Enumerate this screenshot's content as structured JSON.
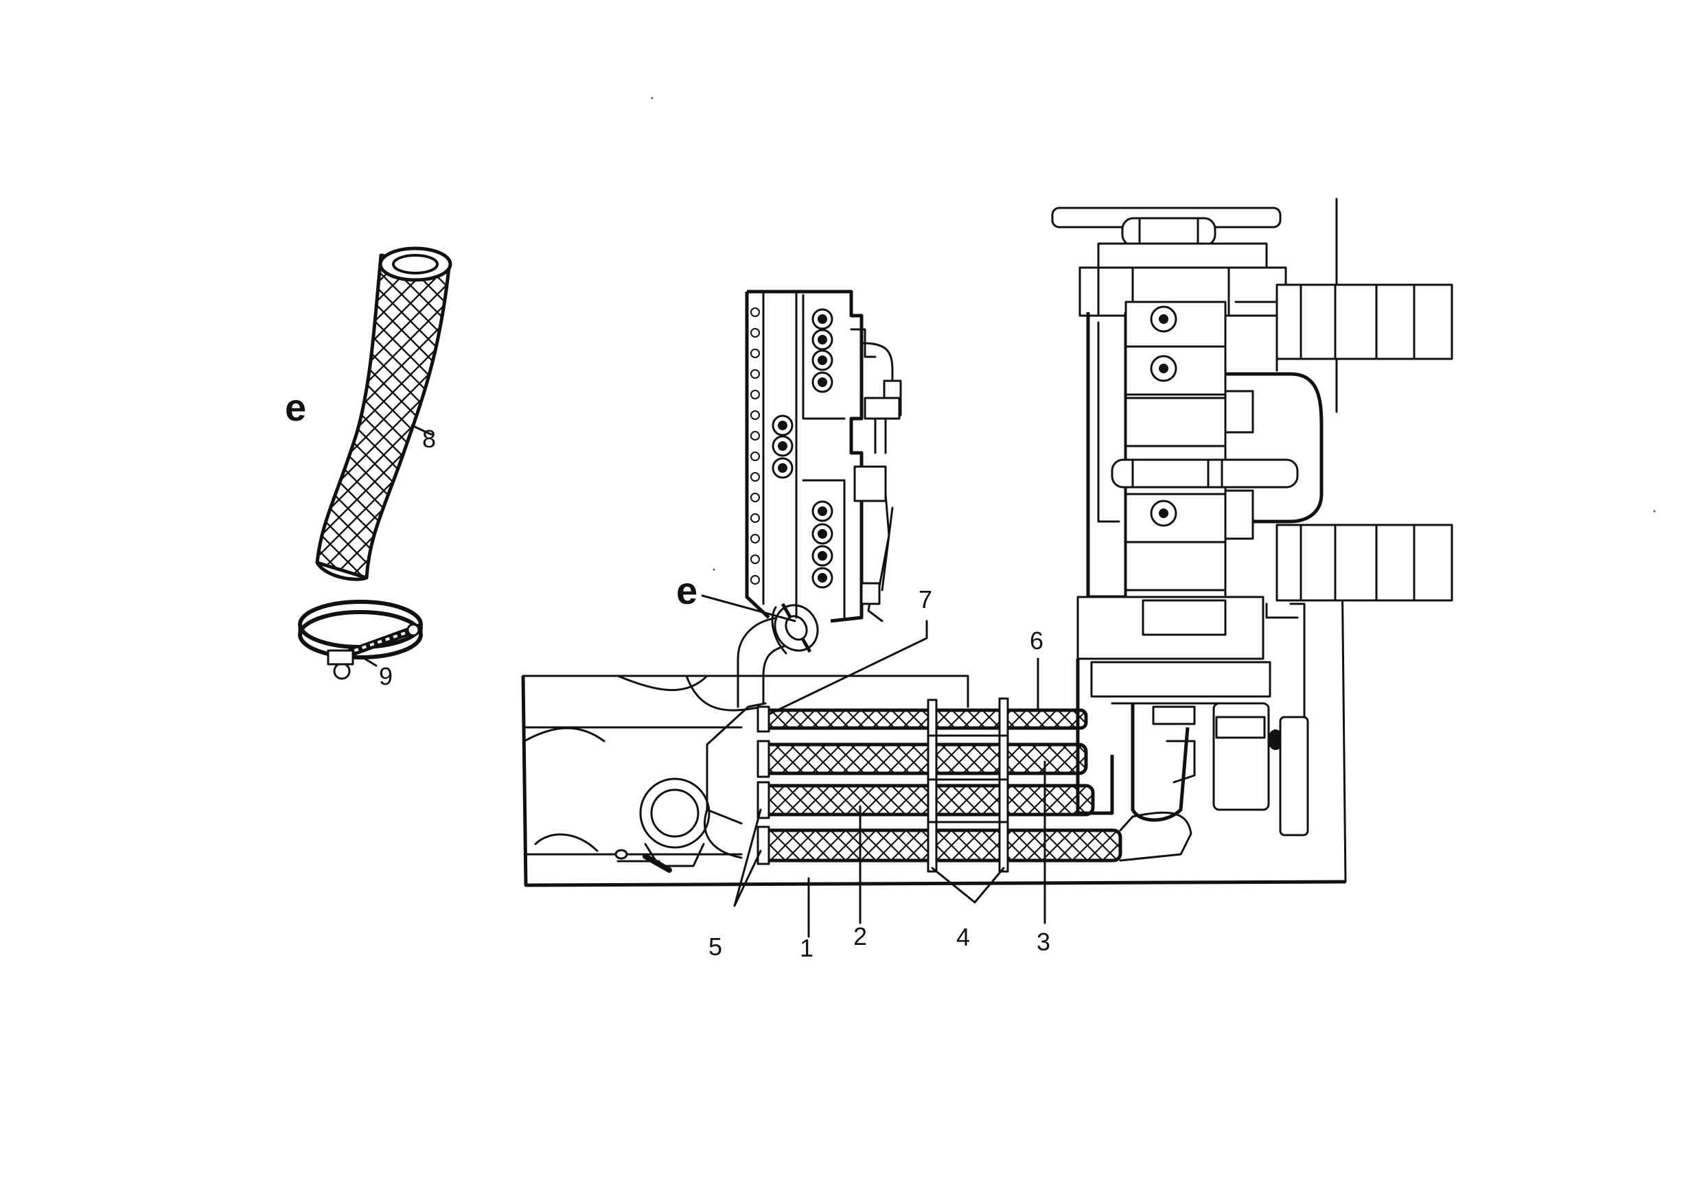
{
  "callouts": {
    "e_left": "e",
    "e_center": "e",
    "n1": "1",
    "n2": "2",
    "n3": "3",
    "n4": "4",
    "n5": "5",
    "n6": "6",
    "n7": "7",
    "n8": "8",
    "n9": "9"
  },
  "colors": {
    "ink": "#111111",
    "paper": "#ffffff"
  },
  "icons": {
    "hose": "braided-hose-icon",
    "clamp": "hose-clamp-icon"
  }
}
